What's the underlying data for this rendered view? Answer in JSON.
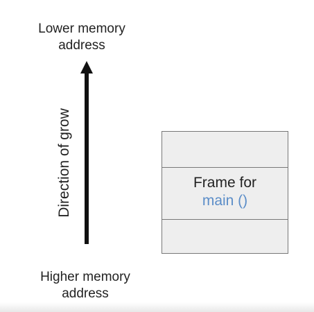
{
  "top_label": {
    "line1": "Lower memory",
    "line2": "address"
  },
  "bottom_label": {
    "line1": "Higher memory",
    "line2": "address"
  },
  "arrow_label": "Direction of grow",
  "stack": {
    "frame_line1": "Frame for",
    "frame_line2": "main ()"
  },
  "colors": {
    "code_text": "#5b8dc8",
    "frame_fill": "#eeeeee",
    "border": "#777777"
  }
}
